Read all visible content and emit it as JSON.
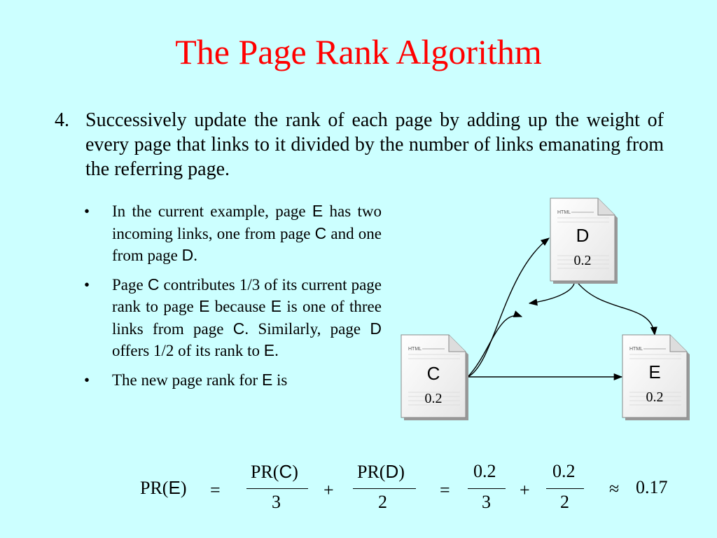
{
  "title": "The Page Rank Algorithm",
  "point": {
    "number": "4.",
    "text": "Successively update the rank of each page by adding up the weight of every page that links to it divided by the number of links emanating from the referring page."
  },
  "bullets": [
    {
      "parts": [
        "In the current example, page ",
        "E",
        " has two incoming links, one from page ",
        "C",
        " and one from page ",
        "D",
        "."
      ]
    },
    {
      "parts": [
        "Page ",
        "C",
        " contributes 1/3 of its current page rank to page ",
        "E",
        " because ",
        "E",
        " is one of three links from page ",
        "C",
        ".  Similarly, page ",
        "D",
        " offers 1/2 of its rank to ",
        "E",
        "."
      ]
    },
    {
      "parts": [
        "The new page rank for ",
        "E",
        " is"
      ]
    }
  ],
  "bullet_symbol": "•",
  "diagram": {
    "pages": [
      {
        "id": "D",
        "letter": "D",
        "rank": "0.2",
        "tag": "HTML"
      },
      {
        "id": "C",
        "letter": "C",
        "rank": "0.2",
        "tag": "HTML"
      },
      {
        "id": "E",
        "letter": "E",
        "rank": "0.2",
        "tag": "HTML"
      }
    ],
    "doc_icon": "html-document-icon",
    "arrow_color": "#000000"
  },
  "formula": {
    "lhs_pre": "PR(",
    "lhs_var": "E",
    "lhs_post": ")",
    "eq1": "=",
    "t1_num_pre": "PR(",
    "t1_num_var": "C",
    "t1_num_post": ")",
    "t1_den": "3",
    "plus1": "+",
    "t2_num_pre": "PR(",
    "t2_num_var": "D",
    "t2_num_post": ")",
    "t2_den": "2",
    "eq2": "=",
    "t3_num": "0.2",
    "t3_den": "3",
    "plus2": "+",
    "t4_num": "0.2",
    "t4_den": "2",
    "approx": "≈",
    "result": "0.17"
  },
  "colors": {
    "background": "#ccffff",
    "title": "#ff0000",
    "page_fill": "#ffffff",
    "page_shadow": "#888888"
  }
}
